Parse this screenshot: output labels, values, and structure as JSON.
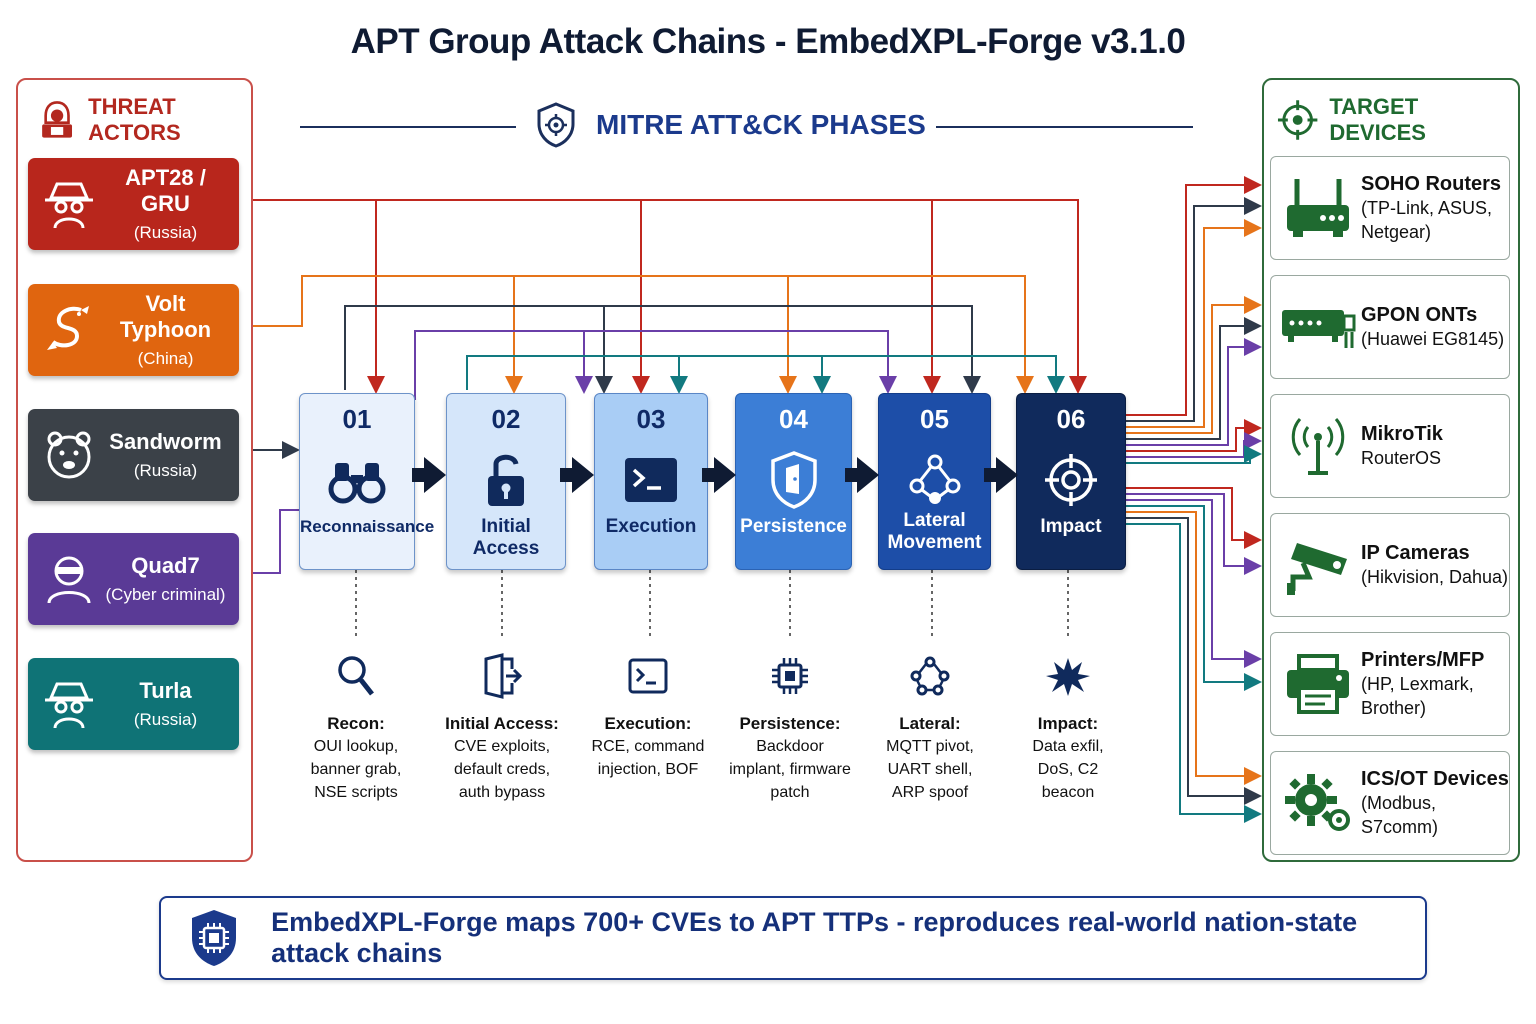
{
  "title": "APT Group Attack Chains - EmbedXPL-Forge v3.1.0",
  "actors_panel": {
    "heading": "THREAT ACTORS",
    "items": [
      {
        "name": "APT28 / GRU",
        "origin": "(Russia)",
        "color": "#b8261c",
        "icon": "spy-hat-icon"
      },
      {
        "name": "Volt Typhoon",
        "origin": "(China)",
        "color": "#e0650f",
        "icon": "dragon-icon"
      },
      {
        "name": "Sandworm",
        "origin": "(Russia)",
        "color": "#3b4148",
        "icon": "bear-icon"
      },
      {
        "name": "Quad7",
        "origin": "(Cyber criminal)",
        "color": "#5a3a96",
        "icon": "masked-person-icon"
      },
      {
        "name": "Turla",
        "origin": "(Russia)",
        "color": "#0f7376",
        "icon": "spy-hat-icon"
      }
    ]
  },
  "mitre": {
    "heading": "MITRE ATT&CK PHASES"
  },
  "phases": [
    {
      "num": "01",
      "label": "Reconnaissance",
      "bg": "#e9f1fc",
      "fg": "#0f2a66",
      "icon": "binoculars-icon"
    },
    {
      "num": "02",
      "label": "Initial Access",
      "bg": "#d5e6fa",
      "fg": "#0f2a66",
      "icon": "unlock-icon"
    },
    {
      "num": "03",
      "label": "Execution",
      "bg": "#a9cdf5",
      "fg": "#0f2a66",
      "icon": "terminal-icon"
    },
    {
      "num": "04",
      "label": "Persistence",
      "bg": "#3c7ed6",
      "fg": "#ffffff",
      "icon": "shield-door-icon"
    },
    {
      "num": "05",
      "label": "Lateral Movement",
      "bg": "#1d4ea8",
      "fg": "#ffffff",
      "icon": "network-nodes-icon"
    },
    {
      "num": "06",
      "label": "Impact",
      "bg": "#102a5c",
      "fg": "#ffffff",
      "icon": "crosshair-icon"
    }
  ],
  "details": [
    {
      "head": "Recon:",
      "lines": [
        "OUI lookup,",
        "banner grab,",
        "NSE scripts"
      ],
      "icon": "magnifier-icon"
    },
    {
      "head": "Initial Access:",
      "lines": [
        "CVE exploits,",
        "default creds,",
        "auth bypass"
      ],
      "icon": "door-enter-icon"
    },
    {
      "head": "Execution:",
      "lines": [
        "RCE, command",
        "injection, BOF"
      ],
      "icon": "terminal-icon"
    },
    {
      "head": "Persistence:",
      "lines": [
        "Backdoor",
        "implant, firmware",
        "patch"
      ],
      "icon": "chip-icon"
    },
    {
      "head": "Lateral:",
      "lines": [
        "MQTT pivot,",
        "UART shell,",
        "ARP spoof"
      ],
      "icon": "network-nodes-icon"
    },
    {
      "head": "Impact:",
      "lines": [
        "Data exfil,",
        "DoS, C2",
        "beacon"
      ],
      "icon": "explosion-icon"
    }
  ],
  "targets_panel": {
    "heading": "TARGET DEVICES",
    "items": [
      {
        "name": "SOHO Routers",
        "sub": [
          "(TP-Link, ASUS,",
          "Netgear)"
        ],
        "icon": "router-icon"
      },
      {
        "name": "GPON ONTs",
        "sub": [
          "(Huawei EG8145)"
        ],
        "icon": "ont-icon"
      },
      {
        "name": "MikroTik",
        "sub": [
          "RouterOS"
        ],
        "icon": "antenna-icon"
      },
      {
        "name": "IP Cameras",
        "sub": [
          "(Hikvision, Dahua)"
        ],
        "icon": "camera-icon"
      },
      {
        "name": "Printers/MFP",
        "sub": [
          "(HP, Lexmark,",
          "Brother)"
        ],
        "icon": "printer-icon"
      },
      {
        "name": "ICS/OT Devices",
        "sub": [
          "(Modbus, S7comm)"
        ],
        "icon": "gear-icon"
      }
    ]
  },
  "banner": {
    "text": "EmbedXPL-Forge maps 700+ CVEs to APT TTPs - reproduces real-world nation-state attack chains"
  },
  "colors": {
    "red": "#c0281f",
    "orange": "#e6741a",
    "dark": "#2f3a4a",
    "purple": "#6a3fa8",
    "teal": "#127a80",
    "green": "#1f6a30",
    "navy": "#1b3a8c"
  }
}
